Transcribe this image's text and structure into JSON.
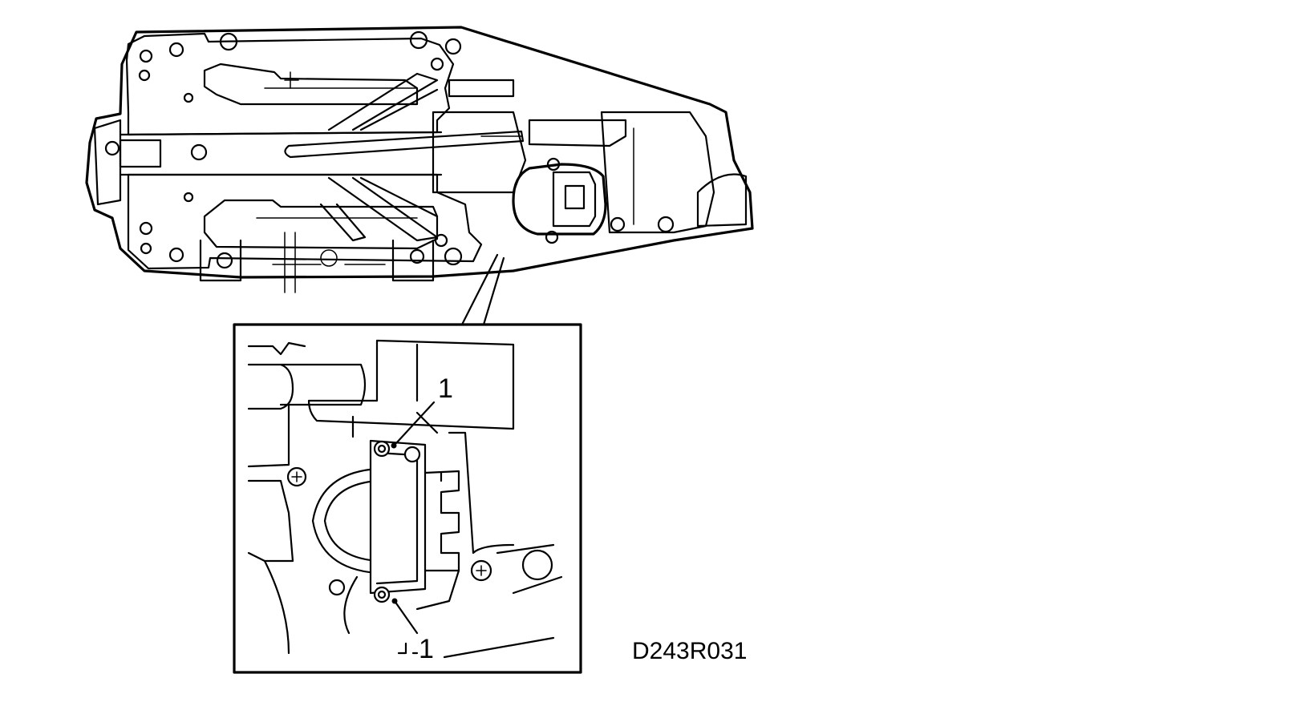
{
  "figure": {
    "code": "D243R031",
    "callouts": [
      {
        "id": "bolt-upper",
        "label": "1"
      },
      {
        "id": "bolt-lower",
        "label": "1"
      }
    ]
  }
}
